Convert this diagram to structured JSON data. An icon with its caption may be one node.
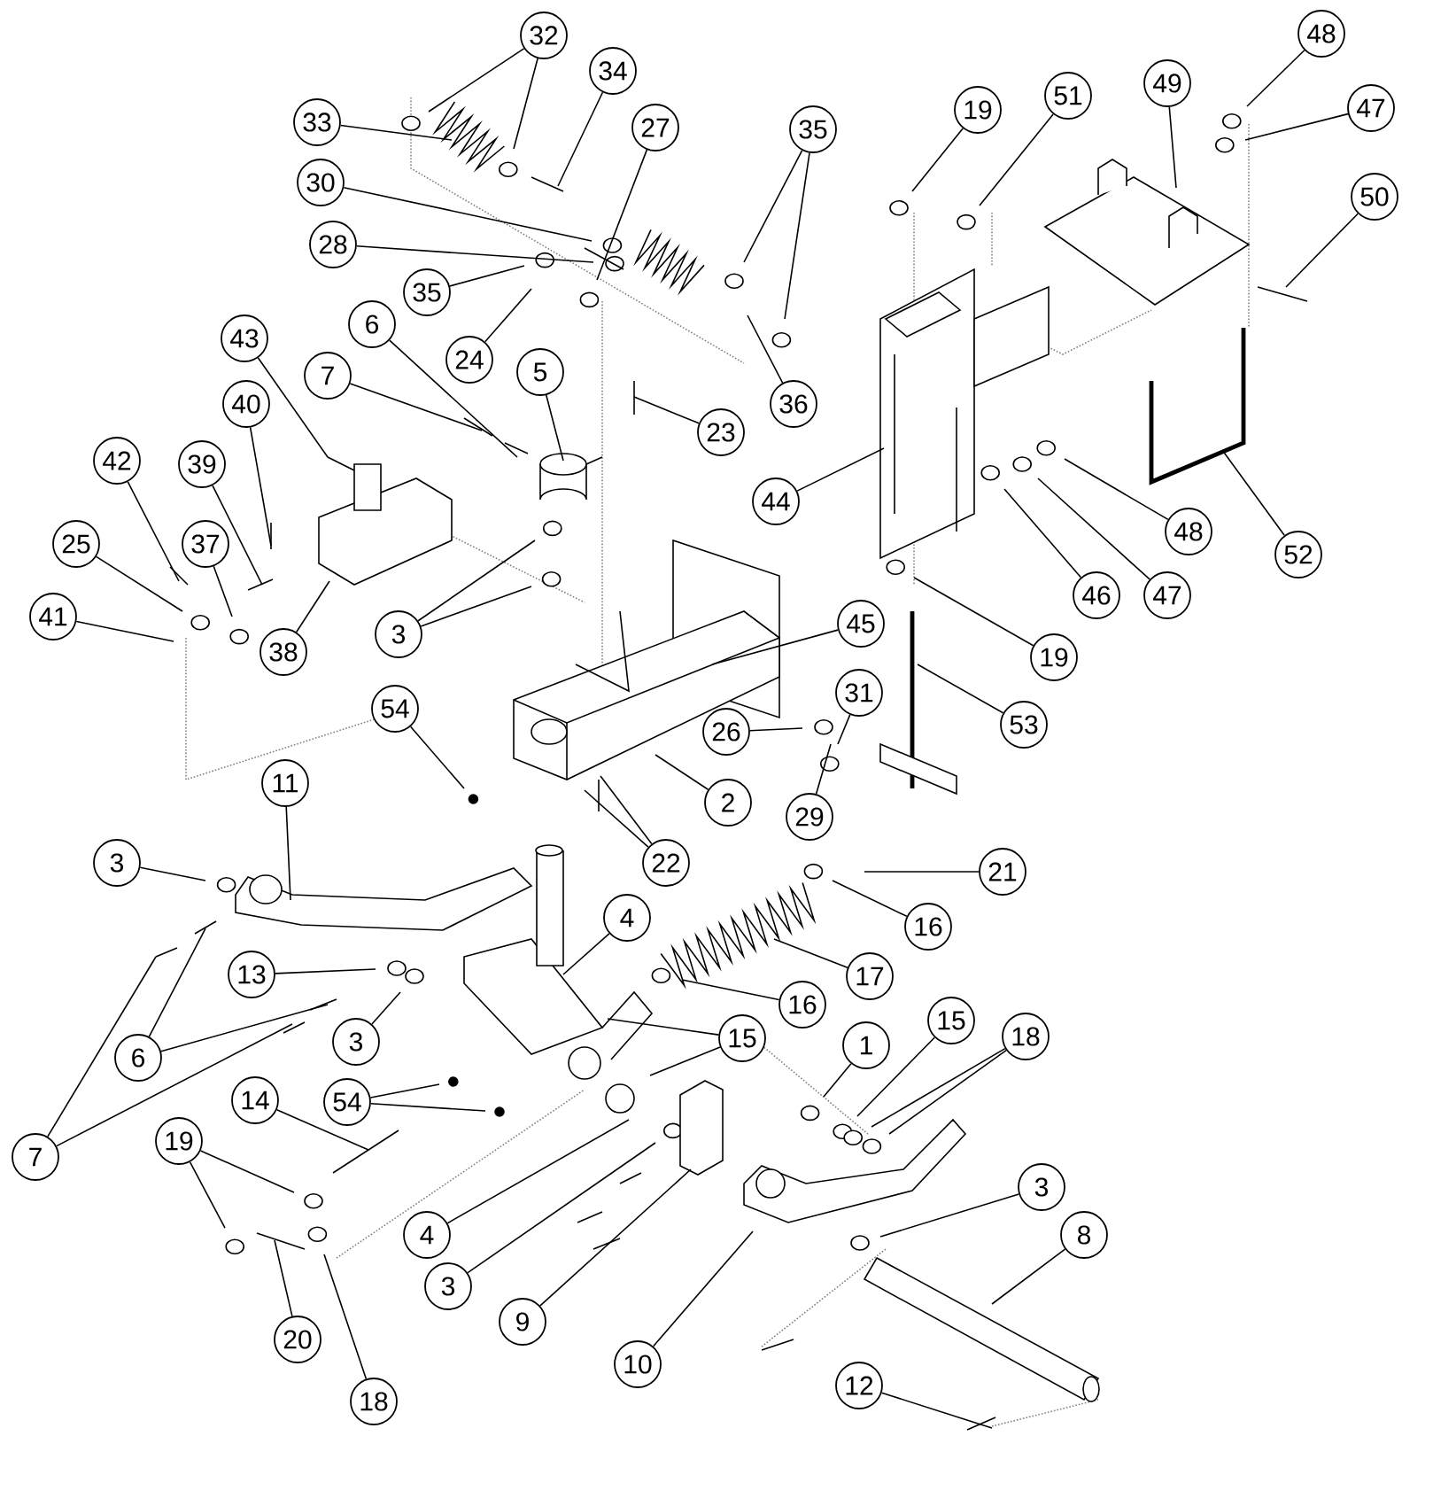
{
  "diagram": {
    "nodes": [
      {
        "text": [
          "32"
        ]
      },
      {
        "text": [
          "48"
        ]
      },
      {
        "text": [
          "34"
        ]
      },
      {
        "text": [
          "51"
        ]
      },
      {
        "text": [
          "49"
        ]
      },
      {
        "text": [
          "19"
        ]
      },
      {
        "text": [
          "47"
        ]
      },
      {
        "text": [
          "33"
        ]
      },
      {
        "text": [
          "27"
        ]
      },
      {
        "text": [
          "35"
        ]
      },
      {
        "text": [
          "30"
        ]
      },
      {
        "text": [
          "50"
        ]
      },
      {
        "text": [
          "28"
        ]
      },
      {
        "text": [
          "35"
        ]
      },
      {
        "text": [
          "6"
        ]
      },
      {
        "text": [
          "43"
        ]
      },
      {
        "text": [
          "24"
        ]
      },
      {
        "text": [
          "5"
        ]
      },
      {
        "text": [
          "7"
        ]
      },
      {
        "text": [
          "40"
        ]
      },
      {
        "text": [
          "36"
        ]
      },
      {
        "text": [
          "23"
        ]
      },
      {
        "text": [
          "42"
        ]
      },
      {
        "text": [
          "39"
        ]
      },
      {
        "text": [
          "44"
        ]
      },
      {
        "text": [
          "48"
        ]
      },
      {
        "text": [
          "25"
        ]
      },
      {
        "text": [
          "37"
        ]
      },
      {
        "text": [
          "52"
        ]
      },
      {
        "text": [
          "46"
        ]
      },
      {
        "text": [
          "47"
        ]
      },
      {
        "text": [
          "41"
        ]
      },
      {
        "text": [
          "45"
        ]
      },
      {
        "text": [
          "3"
        ]
      },
      {
        "text": [
          "38"
        ]
      },
      {
        "text": [
          "19"
        ]
      },
      {
        "text": [
          "31"
        ]
      },
      {
        "text": [
          "54"
        ]
      },
      {
        "text": [
          "53"
        ]
      },
      {
        "text": [
          "26"
        ]
      },
      {
        "text": [
          "11"
        ]
      },
      {
        "text": [
          "2"
        ]
      },
      {
        "text": [
          "29"
        ]
      },
      {
        "text": [
          "3"
        ]
      },
      {
        "text": [
          "22"
        ]
      },
      {
        "text": [
          "21"
        ]
      },
      {
        "text": [
          "4"
        ]
      },
      {
        "text": [
          "16"
        ]
      },
      {
        "text": [
          "13"
        ]
      },
      {
        "text": [
          "17"
        ]
      },
      {
        "text": [
          "16"
        ]
      },
      {
        "text": [
          "18"
        ]
      },
      {
        "text": [
          "15"
        ]
      },
      {
        "text": [
          "3"
        ]
      },
      {
        "text": [
          "1"
        ]
      },
      {
        "text": [
          "15"
        ]
      },
      {
        "text": [
          "6"
        ]
      },
      {
        "text": [
          "54"
        ]
      },
      {
        "text": [
          "14"
        ]
      },
      {
        "text": [
          "19"
        ]
      },
      {
        "text": [
          "7"
        ]
      },
      {
        "text": [
          "3"
        ]
      },
      {
        "text": [
          "4"
        ]
      },
      {
        "text": [
          "8"
        ]
      },
      {
        "text": [
          "3"
        ]
      },
      {
        "text": [
          "9"
        ]
      },
      {
        "text": [
          "20"
        ]
      },
      {
        "text": [
          "10"
        ]
      },
      {
        "text": [
          "12"
        ]
      },
      {
        "text": [
          "18"
        ]
      }
    ],
    "edges": [
      {
        "from": 0,
        "to": null,
        "arrow": "none"
      },
      {
        "from": 0,
        "to": null,
        "arrow": "none"
      },
      {
        "from": 1,
        "to": null,
        "arrow": "none"
      },
      {
        "from": 2,
        "to": null,
        "arrow": "none"
      },
      {
        "from": 3,
        "to": null,
        "arrow": "none"
      },
      {
        "from": 4,
        "to": null,
        "arrow": "none"
      },
      {
        "from": 5,
        "to": null,
        "arrow": "none"
      },
      {
        "from": 6,
        "to": null,
        "arrow": "none"
      },
      {
        "from": 7,
        "to": null,
        "arrow": "none"
      },
      {
        "from": 8,
        "to": null,
        "arrow": "none"
      },
      {
        "from": 9,
        "to": null,
        "arrow": "none"
      },
      {
        "from": 9,
        "to": null,
        "arrow": "none"
      },
      {
        "from": 10,
        "to": null,
        "arrow": "none"
      },
      {
        "from": 11,
        "to": null,
        "arrow": "none"
      },
      {
        "from": 12,
        "to": null,
        "arrow": "none"
      },
      {
        "from": 13,
        "to": null,
        "arrow": "none"
      },
      {
        "from": 14,
        "to": null,
        "arrow": "none"
      },
      {
        "from": 15,
        "to": null,
        "arrow": "none"
      },
      {
        "from": 16,
        "to": null,
        "arrow": "none"
      },
      {
        "from": 17,
        "to": null,
        "arrow": "none"
      },
      {
        "from": 18,
        "to": null,
        "arrow": "none"
      },
      {
        "from": 19,
        "to": null,
        "arrow": "none"
      },
      {
        "from": 20,
        "to": null,
        "arrow": "none"
      },
      {
        "from": 21,
        "to": null,
        "arrow": "none"
      },
      {
        "from": 22,
        "to": null,
        "arrow": "none"
      },
      {
        "from": 23,
        "to": null,
        "arrow": "none"
      },
      {
        "from": 24,
        "to": null,
        "arrow": "none"
      },
      {
        "from": 25,
        "to": null,
        "arrow": "none"
      },
      {
        "from": 26,
        "to": null,
        "arrow": "none"
      },
      {
        "from": 27,
        "to": null,
        "arrow": "none"
      },
      {
        "from": 28,
        "to": null,
        "arrow": "none"
      },
      {
        "from": 29,
        "to": null,
        "arrow": "none"
      },
      {
        "from": 30,
        "to": null,
        "arrow": "none"
      },
      {
        "from": 31,
        "to": null,
        "arrow": "none"
      },
      {
        "from": 32,
        "to": null,
        "arrow": "none"
      },
      {
        "from": 33,
        "to": null,
        "arrow": "none"
      },
      {
        "from": 33,
        "to": null,
        "arrow": "none"
      },
      {
        "from": 34,
        "to": null,
        "arrow": "none"
      },
      {
        "from": 35,
        "to": null,
        "arrow": "none"
      },
      {
        "from": 36,
        "to": null,
        "arrow": "none"
      },
      {
        "from": 37,
        "to": null,
        "arrow": "none"
      },
      {
        "from": 38,
        "to": null,
        "arrow": "none"
      },
      {
        "from": 39,
        "to": null,
        "arrow": "none"
      },
      {
        "from": 40,
        "to": null,
        "arrow": "none"
      },
      {
        "from": 41,
        "to": null,
        "arrow": "none"
      },
      {
        "from": 42,
        "to": null,
        "arrow": "none"
      },
      {
        "from": 43,
        "to": null,
        "arrow": "none"
      },
      {
        "from": 44,
        "to": null,
        "arrow": "none"
      },
      {
        "from": 44,
        "to": null,
        "arrow": "none"
      },
      {
        "from": 45,
        "to": null,
        "arrow": "none"
      },
      {
        "from": 46,
        "to": null,
        "arrow": "none"
      },
      {
        "from": 47,
        "to": null,
        "arrow": "none"
      },
      {
        "from": 48,
        "to": null,
        "arrow": "none"
      },
      {
        "from": 49,
        "to": null,
        "arrow": "none"
      },
      {
        "from": 50,
        "to": null,
        "arrow": "none"
      },
      {
        "from": 51,
        "to": null,
        "arrow": "none"
      },
      {
        "from": 51,
        "to": null,
        "arrow": "none"
      },
      {
        "from": 52,
        "to": null,
        "arrow": "none"
      },
      {
        "from": 52,
        "to": null,
        "arrow": "none"
      },
      {
        "from": 53,
        "to": null,
        "arrow": "none"
      },
      {
        "from": 54,
        "to": null,
        "arrow": "none"
      },
      {
        "from": 55,
        "to": null,
        "arrow": "none"
      },
      {
        "from": 56,
        "to": null,
        "arrow": "none"
      },
      {
        "from": 56,
        "to": null,
        "arrow": "none"
      },
      {
        "from": 57,
        "to": null,
        "arrow": "none"
      },
      {
        "from": 57,
        "to": null,
        "arrow": "none"
      },
      {
        "from": 58,
        "to": null,
        "arrow": "none"
      },
      {
        "from": 59,
        "to": null,
        "arrow": "none"
      },
      {
        "from": 59,
        "to": null,
        "arrow": "none"
      },
      {
        "from": 60,
        "to": null,
        "arrow": "none"
      },
      {
        "from": 60,
        "to": null,
        "arrow": "none"
      },
      {
        "from": 61,
        "to": null,
        "arrow": "none"
      },
      {
        "from": 62,
        "to": null,
        "arrow": "none"
      },
      {
        "from": 63,
        "to": null,
        "arrow": "none"
      },
      {
        "from": 64,
        "to": null,
        "arrow": "none"
      },
      {
        "from": 65,
        "to": null,
        "arrow": "none"
      },
      {
        "from": 66,
        "to": null,
        "arrow": "none"
      },
      {
        "from": 67,
        "to": null,
        "arrow": "none"
      },
      {
        "from": 68,
        "to": null,
        "arrow": "none"
      },
      {
        "from": 69,
        "to": null,
        "arrow": "none"
      }
    ]
  }
}
